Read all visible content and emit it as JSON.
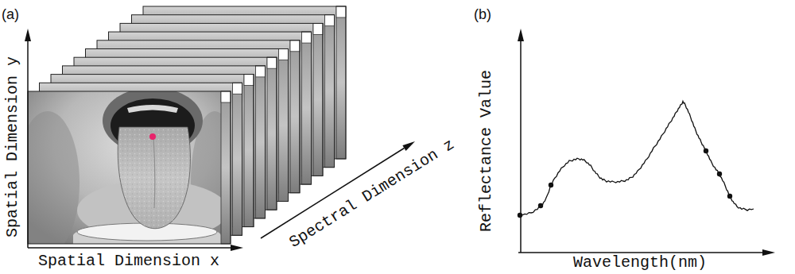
{
  "diagram": {
    "labels": [
      "(a)",
      "Spatial Dimension y",
      "Spatial Dimension x",
      "Spectral Dimension z",
      "(b)",
      "Reflectance Value",
      "Wavelength(nm)"
    ]
  }
}
